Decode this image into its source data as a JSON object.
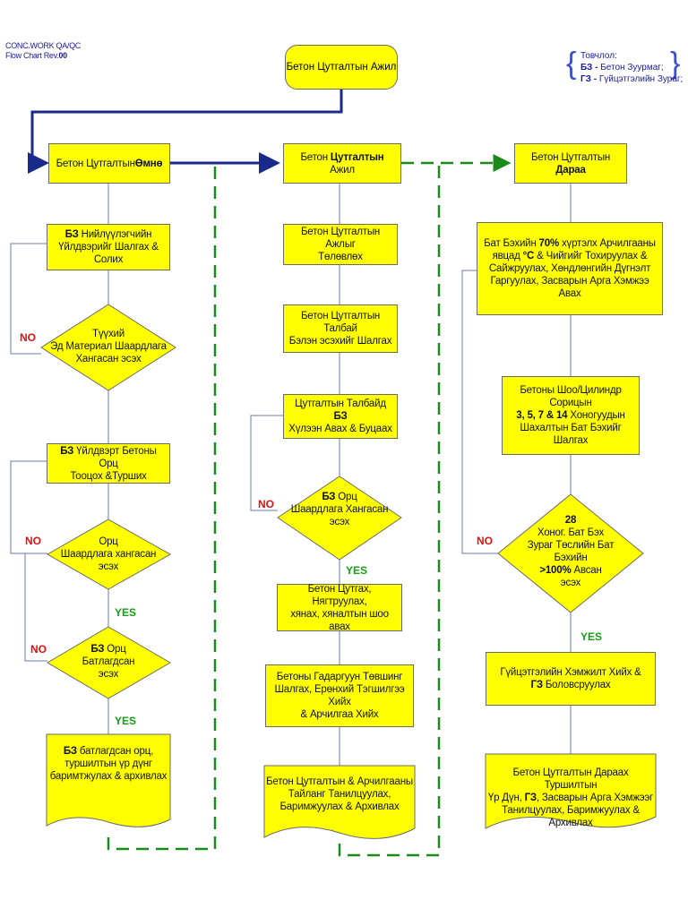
{
  "header": {
    "line1": "CONC.WORK QA/QC",
    "line2": "Flow  Chart Rev.",
    "rev": "00"
  },
  "legend": {
    "title": "Товчлол:",
    "item1_abbr": "БЗ -",
    "item1_text": " Бетон Зуурмаг;",
    "item2_abbr": "ГЗ -",
    "item2_text": " Гүйцэтгэлийн Зураг;"
  },
  "start": "Бетон Цутгалтын Ажил",
  "col1": {
    "head_a": "Бетон Цутгалтын",
    "head_b": "Өмнө",
    "box1_abbr": "БЗ",
    "box1_l1": " Нийлүүлэгчийн",
    "box1_l2": "Үйлдвэрийг Шалгах & Солих",
    "dec1_l1": "Түүхий",
    "dec1_l2": "Эд Материал Шаардлага",
    "dec1_l3": "Хангасан эсэх",
    "box2_abbr": "БЗ",
    "box2_l1": " Үйлдвэрт Бетоны Орц",
    "box2_l2": "Тооцох &Турших",
    "dec2_l1": "Орц",
    "dec2_l2": "Шаардлага хангасан",
    "dec2_l3": "эсэх",
    "dec3_abbr": "БЗ",
    "dec3_l1": " Орц",
    "dec3_l2": "Батлагдсан",
    "dec3_l3": "эсэх",
    "doc_abbr": "БЗ",
    "doc_l1": " батлагдсан орц,",
    "doc_l2": "туршилтын үр дүнг",
    "doc_l3": "баримтжулах & архивлах"
  },
  "col2": {
    "head_a": "Бетон ",
    "head_b": "Цутгалтын",
    "head_c": " Ажил",
    "box1_l1": "Бетон Цутгалтын Ажлыг",
    "box1_l2": "Төлөвлөх",
    "box2_l1": "Бетон Цутгалтын Талбай",
    "box2_l2": "Бэлэн эсэхийг Шалгах",
    "box3_l1a": "Цутгалтын Талбайд ",
    "box3_abbr": "БЗ",
    "box3_l2": "Хүлээн Авах & Буцаах",
    "dec1_abbr": "БЗ",
    "dec1_l1": " Орц",
    "dec1_l2": "Шаардлага Хангасан",
    "dec1_l3": "эсэх",
    "box4_l1": "Бетон Цутгах, Нягтруулах,",
    "box4_l2": "хянах, хяналтын шоо авах",
    "box5_l1": "Бетоны Гадаргуун Төвшинг",
    "box5_l2": "Шалгах, Ерөнхий Тэгшилгээ Хийх",
    "box5_l3": "& Арчилгаа Хийх",
    "doc_l1": "Бетон Цутгалтын & Арчилгааны",
    "doc_l2": "Тайланг Танилцуулах,",
    "doc_l3": "Баримжуулах & Архивлах"
  },
  "col3": {
    "head_a": "Бетон Цутгалтын ",
    "head_b": "Дараа",
    "box1_l1a": "Бат Бэхийн ",
    "box1_pct": "70%",
    "box1_l1b": " хүртэлх Арчилгааны",
    "box1_l2a": "явцад ",
    "box1_deg": "°C",
    "box1_l2b": " & Чийгийг Тохируулах &",
    "box1_l3": "Сайжруулах, Хөндлөнгийн Дүгнэлт",
    "box1_l4": "Гаргуулах, Засварын Арга Хэмжээ Авах",
    "box2_l1": "Бетоны Шоо/Цилиндр Сорицын",
    "box2_l2": "3, 5, 7 & 14",
    "box2_l2b": " Хоногуудын",
    "box2_l3": "Шахалтын Бат Бэхийг Шалгах",
    "dec1_l1": "28",
    "dec1_l2": "Хоног. Бат Бэх",
    "dec1_l3": "Зураг Төслийн Бат Бэхийн",
    "dec1_l4": ">100%",
    "dec1_l4b": " Авсан",
    "dec1_l5": "эсэх",
    "box3_l1": "Гүйцэтгэлийн Хэмжилт Хийх &",
    "box3_abbr": "ГЗ",
    "box3_l2": " Боловсруулах",
    "doc_l1": "Бетон Цутгалтын Дараах Туршилтын",
    "doc_l2a": "Үр Дүн, ",
    "doc_abbr": "ГЗ",
    "doc_l2b": ", Засварын Арга Хэмжээг",
    "doc_l3": "Танилцуулах, Баримжуулах & Архивлах"
  },
  "labels": {
    "no": "NO",
    "yes": "YES"
  },
  "colors": {
    "box_fill": "#ffff00",
    "flow_line": "#1a2a8a",
    "dash_line": "#1a8a1a",
    "no": "#e01010",
    "yes": "#16a016"
  }
}
